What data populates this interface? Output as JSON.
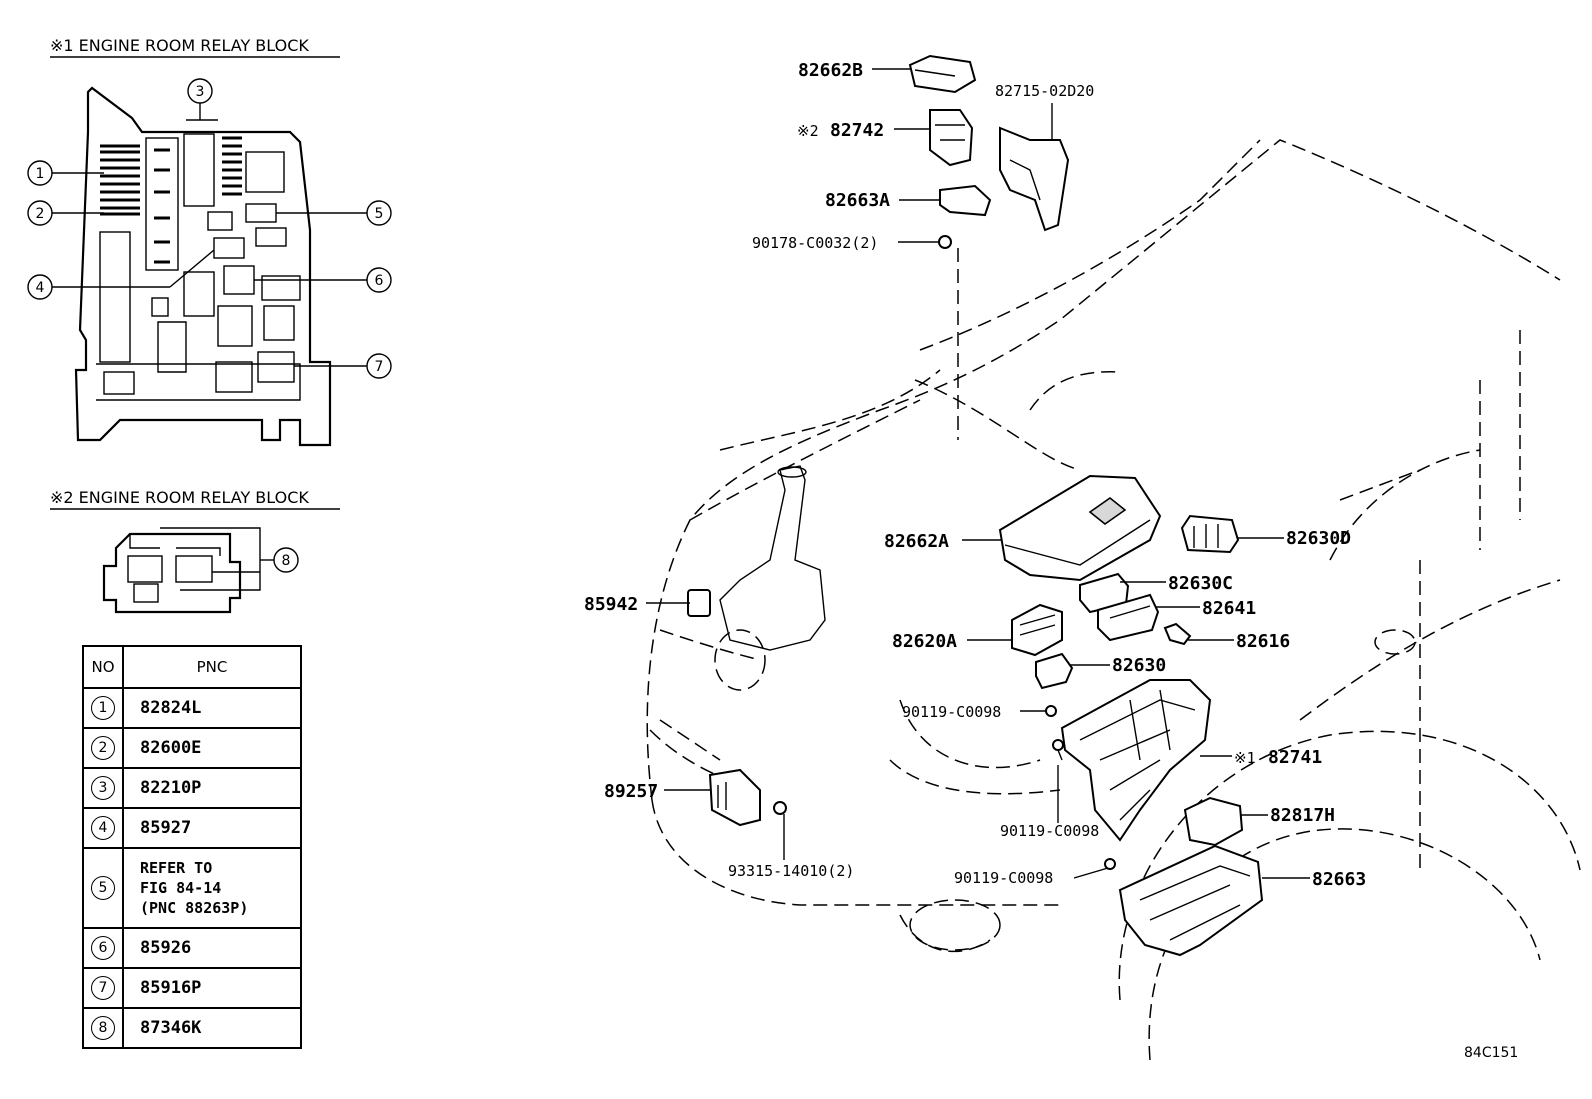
{
  "headers": {
    "block1": "※1 ENGINE ROOM RELAY BLOCK",
    "block2": "※2 ENGINE ROOM RELAY BLOCK"
  },
  "table": {
    "col_no": "NO",
    "col_pnc": "PNC",
    "rows": [
      {
        "no": "1",
        "pnc": "82824L"
      },
      {
        "no": "2",
        "pnc": "82600E"
      },
      {
        "no": "3",
        "pnc": "82210P"
      },
      {
        "no": "4",
        "pnc": "85927"
      },
      {
        "no": "5",
        "pnc_lines": [
          "REFER TO",
          "FIG 84-14",
          "(PNC 88263P)"
        ]
      },
      {
        "no": "6",
        "pnc": "85926"
      },
      {
        "no": "7",
        "pnc": "85916P"
      },
      {
        "no": "8",
        "pnc": "87346K"
      }
    ]
  },
  "callouts": [
    "1",
    "2",
    "3",
    "4",
    "5",
    "6",
    "7",
    "8"
  ],
  "parts": {
    "p82662B": "82662B",
    "p82715": "82715-02D20",
    "p82742_mark": "※2",
    "p82742": "82742",
    "p82663A": "82663A",
    "p90178": "90178-C0032(2)",
    "p82662A": "82662A",
    "p82630D": "82630D",
    "p82630C": "82630C",
    "p85942": "85942",
    "p82641": "82641",
    "p82620A": "82620A",
    "p82616": "82616",
    "p82630": "82630",
    "p90119a": "90119-C0098",
    "p82741_mark": "※1",
    "p82741": "82741",
    "p89257": "89257",
    "p90119b": "90119-C0098",
    "p82817H": "82817H",
    "p93315": "93315-14010(2)",
    "p90119c": "90119-C0098",
    "p82663": "82663"
  },
  "figure_id": "84C151"
}
